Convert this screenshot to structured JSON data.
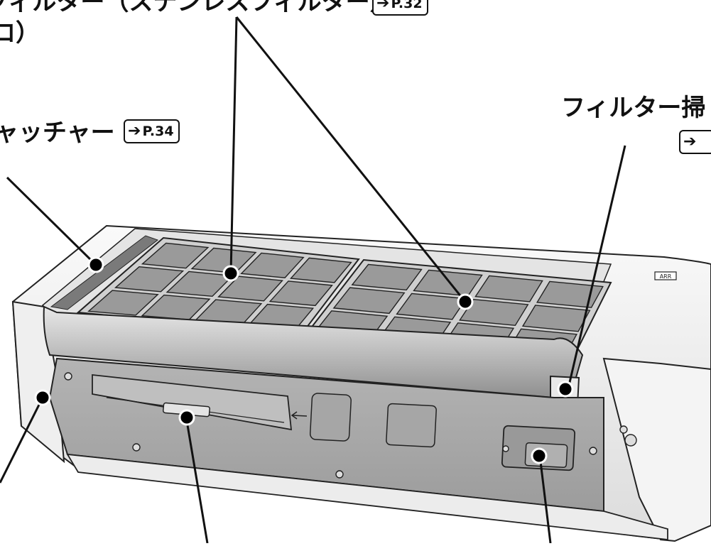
{
  "labels": {
    "filter_top": "フィルター（ステンレスフィルター）",
    "filter_top_cont": "ロ）",
    "catcher": "キャッチャー",
    "cleaner": "フィルター掃"
  },
  "page_refs": {
    "filter_top": "P.32",
    "catcher": "P.34"
  },
  "panel_badge": "ARR",
  "colors": {
    "filter_mesh": "#9a9a9a",
    "filter_frame": "#d6d6d6",
    "unit_body": "#f2f2f2",
    "panel": "#a8a8a8",
    "outline": "#222222"
  },
  "icons": {
    "arrow": "arrow-right-icon",
    "marker": "dot-marker-icon"
  }
}
